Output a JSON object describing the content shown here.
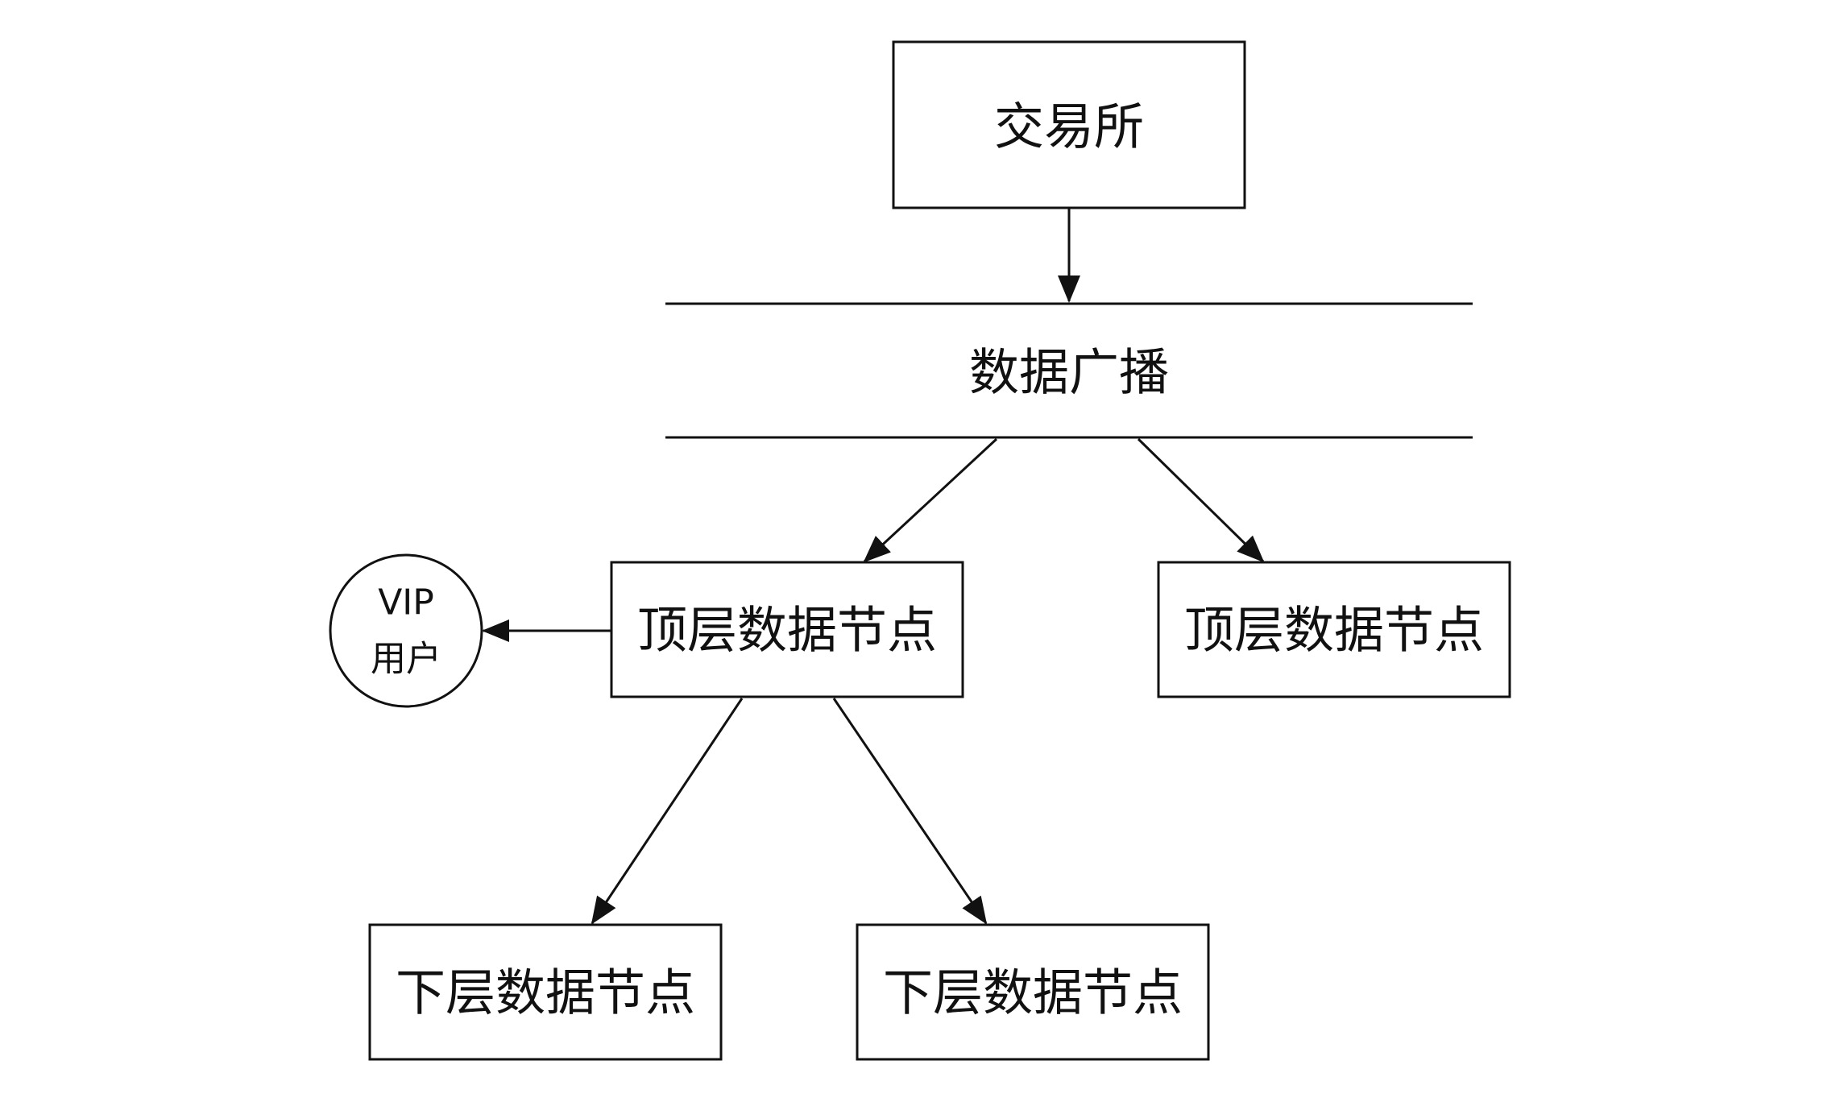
{
  "diagram": {
    "exchange": "交易所",
    "broadcast": "数据广播",
    "top_node_left": "顶层数据节点",
    "top_node_right": "顶层数据节点",
    "vip_user_line1": "VIP",
    "vip_user_line2": "用户",
    "lower_node_left": "下层数据节点",
    "lower_node_right": "下层数据节点"
  },
  "colors": {
    "stroke": "#111111",
    "background": "#ffffff"
  }
}
